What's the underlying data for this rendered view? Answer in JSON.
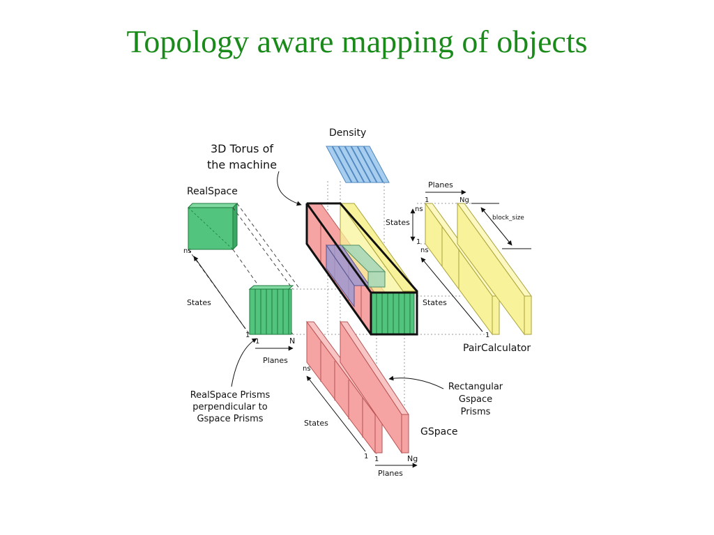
{
  "slide": {
    "title": "Topology aware mapping of objects",
    "title_color": "#1a8a1a"
  },
  "colors": {
    "green": "#52c47e",
    "green_dark": "#1e7a3c",
    "yellow": "#f8f39a",
    "yellow_dark": "#a9a23c",
    "red": "#f5a3a3",
    "red_dark": "#b75353",
    "blue": "#a7cdef",
    "blue_dark": "#4d86bf",
    "lavender": "#9a9ad2",
    "mint": "#a9d8b8"
  },
  "labels": {
    "density": "Density",
    "torus_line1": "3D Torus of",
    "torus_line2": "the machine",
    "realspace": "RealSpace",
    "rs_ns": "ns",
    "rs_states": "States",
    "rs_one_a": "1",
    "rs_one_b": "1",
    "rs_N": "N",
    "rs_planes": "Planes",
    "rs_prisms_line1": "RealSpace Prisms",
    "rs_prisms_line2": "perpendicular to",
    "rs_prisms_line3": "Gspace Prisms",
    "torus_ns": "ns",
    "torus_states": "States",
    "torus_one": "1",
    "pc_planes": "Planes",
    "pc_one": "1",
    "pc_Ng": "Ng",
    "pc_block_size": "block_size",
    "pc_ns": "ns",
    "pc_states": "States",
    "pc_one_bottom": "1",
    "paircalculator": "PairCalculator",
    "gs_ns": "ns",
    "gs_states": "States",
    "gs_one_a": "1",
    "gs_one_b": "1",
    "gs_Ng": "Ng",
    "gs_planes": "Planes",
    "gspace": "GSpace",
    "rect_line1": "Rectangular",
    "rect_line2": "Gspace",
    "rect_line3": "Prisms"
  }
}
